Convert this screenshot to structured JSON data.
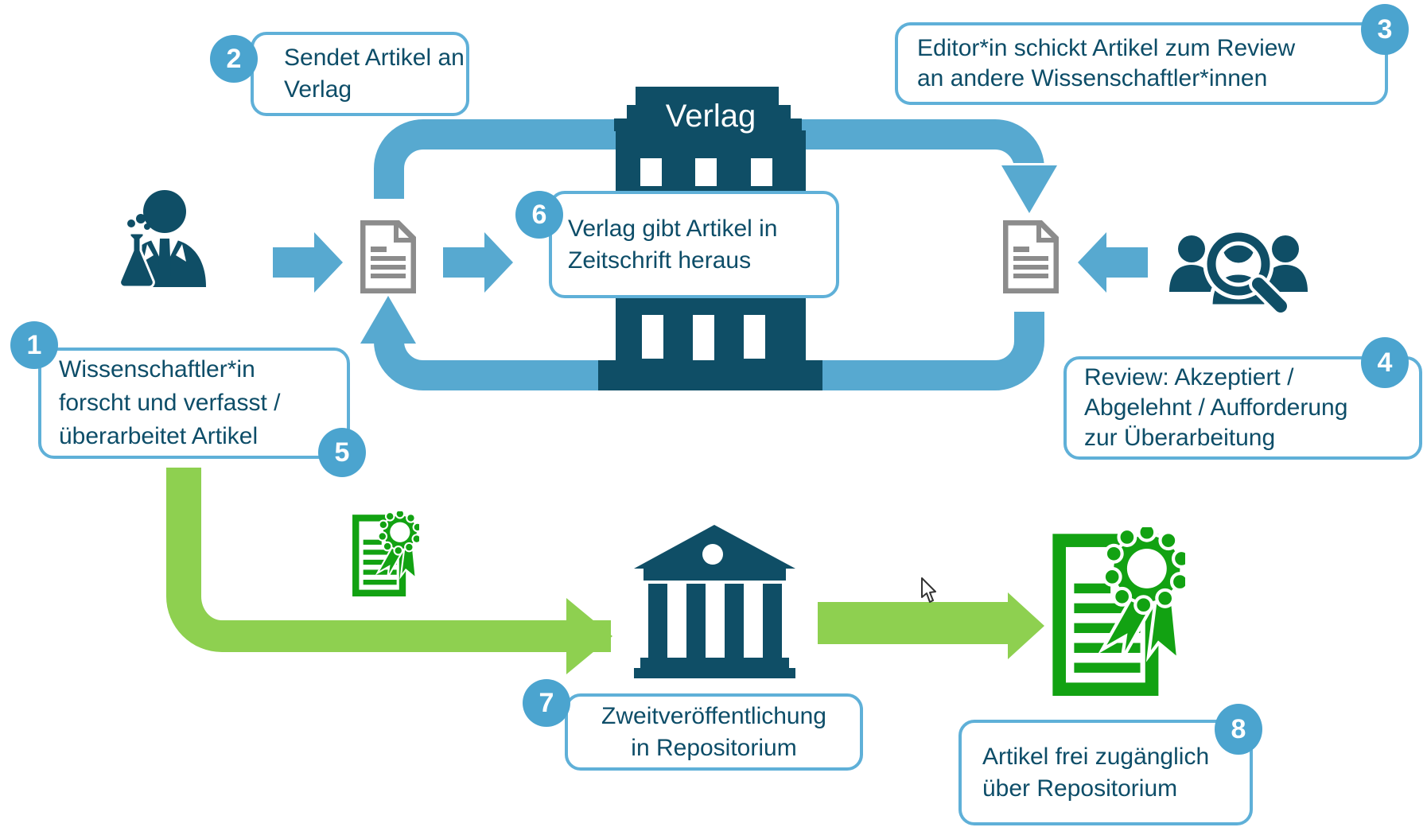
{
  "building_label": "Verlag",
  "callouts": {
    "c1": {
      "badge": "1",
      "badge_extra": "5",
      "lines": [
        "Wissenschaftler*in",
        "forscht und verfasst /",
        "überarbeitet Artikel"
      ]
    },
    "c2": {
      "badge": "2",
      "lines": [
        "Sendet Artikel an",
        "Verlag"
      ]
    },
    "c3": {
      "badge": "3",
      "lines": [
        "Editor*in schickt Artikel zum Review",
        "an andere Wissenschaftler*innen"
      ]
    },
    "c4": {
      "badge": "4",
      "lines": [
        "Review: Akzeptiert /",
        "Abgelehnt / Aufforderung",
        "zur Überarbeitung"
      ]
    },
    "c6": {
      "badge": "6",
      "lines": [
        "Verlag gibt Artikel in",
        "Zeitschrift heraus"
      ]
    },
    "c7": {
      "badge": "7",
      "lines": [
        "Zweitveröffentlichung",
        "in Repositorium"
      ]
    },
    "c8": {
      "badge": "8",
      "lines": [
        "Artikel frei zugänglich",
        "über Repositorium"
      ]
    }
  },
  "icons": {
    "scientist": "scientist-flask-icon",
    "document_left": "article-document-icon",
    "document_right": "article-document-icon",
    "publisher": "publisher-building-icon",
    "reviewers": "peer-review-group-magnifier-icon",
    "repository": "repository-bank-building-icon",
    "certificate_small": "certified-article-icon",
    "certificate_large": "certified-article-icon",
    "cursor": "mouse-cursor"
  },
  "colors": {
    "dark_teal": "#0f4e66",
    "text": "#0d4d68",
    "arrow_blue": "#57a9d0",
    "badge_blue": "#4ba4cf",
    "box_border_blue": "#5fb0d8",
    "arrow_green": "#8ed050",
    "certificate_green": "#12a212",
    "document_gray": "#8c8c8c"
  }
}
